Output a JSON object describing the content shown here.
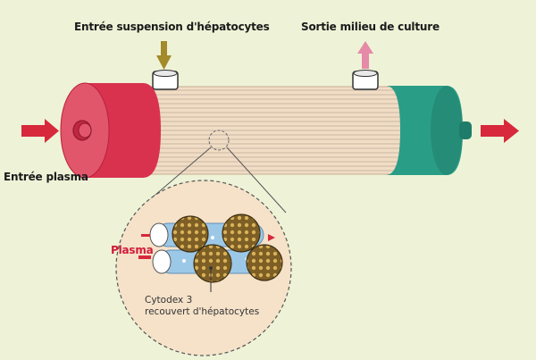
{
  "labels": {
    "inlet_suspension": "Entrée suspension d'hépatocytes",
    "outlet_medium": "Sortie milieu de culture",
    "inlet_plasma": "Entrée plasma",
    "plasma": "Plasma",
    "cytodex_line1": "Cytodex 3",
    "cytodex_line2": "recouvert d'hépatocytes"
  },
  "colors": {
    "background": "#eef3d7",
    "left_cap": "#d9324f",
    "right_cap": "#2a9d86",
    "body_tube": "#f1dcc4",
    "fiber_lines": "#c9b9a6",
    "arrow_red": "#d7283c",
    "arrow_olive": "#a38a2a",
    "arrow_pink": "#e58aa7",
    "inset_circle": "#f5e2c9",
    "fiber_blue": "#9cc8e8",
    "cell_brown": "#8a6a2a"
  }
}
